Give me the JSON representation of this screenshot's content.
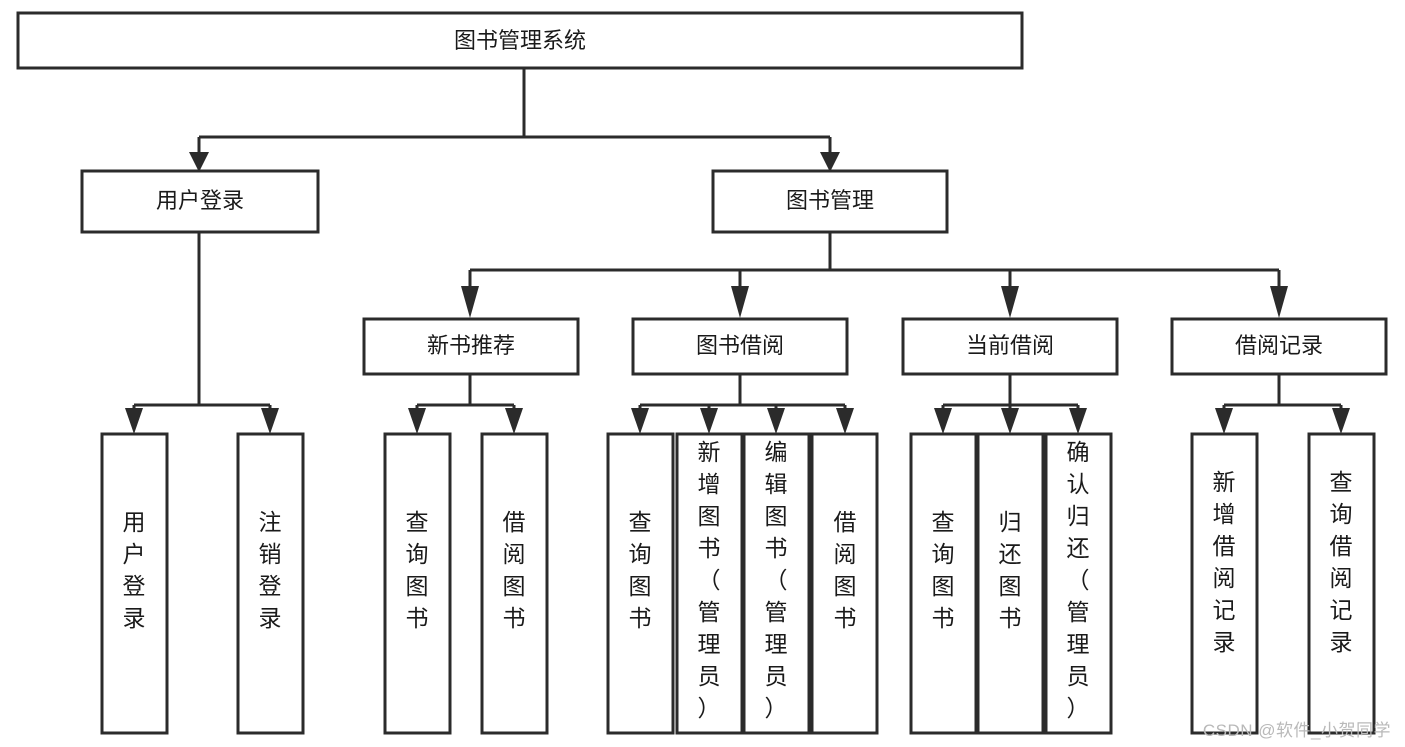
{
  "diagram": {
    "type": "tree-hierarchy",
    "title": "图书管理系统",
    "watermark": "CSDN @软件_小贺同学",
    "colors": {
      "stroke": "#2b2b2b",
      "fill": "#ffffff",
      "text": "#1a1a1a",
      "watermark": "#b9b9b9"
    },
    "nodes": {
      "root": {
        "label": "图书管理系统"
      },
      "level2": [
        {
          "id": "user-login",
          "label": "用户登录"
        },
        {
          "id": "book-management",
          "label": "图书管理"
        }
      ],
      "level3": [
        {
          "id": "new-book-recommend",
          "label": "新书推荐",
          "parent": "book-management"
        },
        {
          "id": "book-borrow",
          "label": "图书借阅",
          "parent": "book-management"
        },
        {
          "id": "current-borrow",
          "label": "当前借阅",
          "parent": "book-management"
        },
        {
          "id": "borrow-record",
          "label": "借阅记录",
          "parent": "book-management"
        }
      ],
      "leaves": {
        "user-login": [
          {
            "id": "leaf-user-login",
            "label": "用户登录"
          },
          {
            "id": "leaf-logout",
            "label": "注销登录"
          }
        ],
        "new-book-recommend": [
          {
            "id": "leaf-query-book-1",
            "label": "查询图书"
          },
          {
            "id": "leaf-borrow-book-1",
            "label": "借阅图书"
          }
        ],
        "book-borrow": [
          {
            "id": "leaf-query-book-2",
            "label": "查询图书"
          },
          {
            "id": "leaf-add-book",
            "label": "新增图书（管理员）"
          },
          {
            "id": "leaf-edit-book",
            "label": "编辑图书（管理员）"
          },
          {
            "id": "leaf-borrow-book-2",
            "label": "借阅图书"
          }
        ],
        "current-borrow": [
          {
            "id": "leaf-query-book-3",
            "label": "查询图书"
          },
          {
            "id": "leaf-return-book",
            "label": "归还图书"
          },
          {
            "id": "leaf-confirm-return",
            "label": "确认归还（管理员）"
          }
        ],
        "borrow-record": [
          {
            "id": "leaf-add-record",
            "label": "新增借阅记录"
          },
          {
            "id": "leaf-query-record",
            "label": "查询借阅记录"
          }
        ]
      }
    }
  }
}
